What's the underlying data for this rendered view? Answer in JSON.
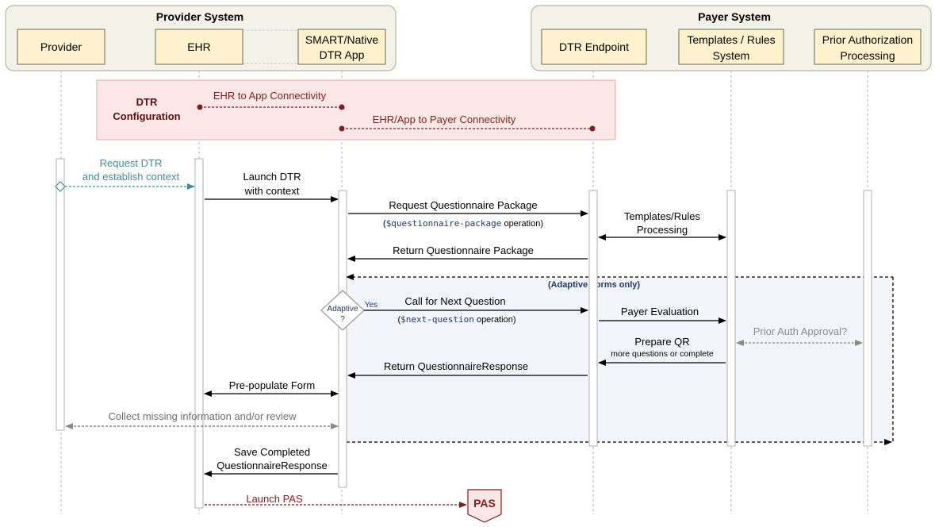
{
  "systems": {
    "provider": {
      "title": "Provider System",
      "participants": {
        "provider": "Provider",
        "ehr": "EHR",
        "app_line1": "SMART/Native",
        "app_line2": "DTR App"
      }
    },
    "payer": {
      "title": "Payer System",
      "participants": {
        "dtr_endpoint": "DTR Endpoint",
        "templates_line1": "Templates / Rules",
        "templates_line2": "System",
        "pa_line1": "Prior Authorization",
        "pa_line2": "Processing"
      }
    }
  },
  "configuration": {
    "label_line1": "DTR",
    "label_line2": "Configuration",
    "ehr_app": "EHR to App Connectivity",
    "app_payer": "EHR/App to Payer Connectivity"
  },
  "messages": {
    "request_dtr_1": "Request DTR",
    "request_dtr_2": "and establish context",
    "launch_dtr_1": "Launch DTR",
    "launch_dtr_2": "with context",
    "req_package": "Request Questionnaire Package",
    "req_package_op_open": "(",
    "req_package_op_code": "$questionnaire-package",
    "req_package_op_close": " operation)",
    "templates_1": "Templates/Rules",
    "templates_2": "Processing",
    "return_package": "Return Questionnaire Package",
    "adaptive_only": "(Adaptive Forms only)",
    "adaptive_1": "Adaptive",
    "adaptive_2": "?",
    "yes": "Yes",
    "next_question": "Call for Next Question",
    "next_op_open": "(",
    "next_op_code": "$next-question",
    "next_op_close": " operation)",
    "payer_eval": "Payer Evaluation",
    "prior_auth": "Prior Auth Approval?",
    "prepare_qr": "Prepare QR",
    "prepare_qr_sub": "more questions or complete",
    "return_qr": "Return QuestionnaireResponse",
    "prepopulate": "Pre-populate Form",
    "collect": "Collect missing information and/or review",
    "save_1": "Save Completed",
    "save_2": "QuestionnaireResponse",
    "launch_pas": "Launch PAS",
    "pas": "PAS"
  },
  "colors": {
    "dark_red": "#7b1f1f",
    "teal": "#4a8a96",
    "gray": "#8a8a8a",
    "navy": "#1f3864",
    "box_fill": "#fff2cc",
    "panel_fill": "#f3f2e9",
    "config_fill": "#fbe8e6",
    "adaptive_fill": "#f4f5fb"
  }
}
